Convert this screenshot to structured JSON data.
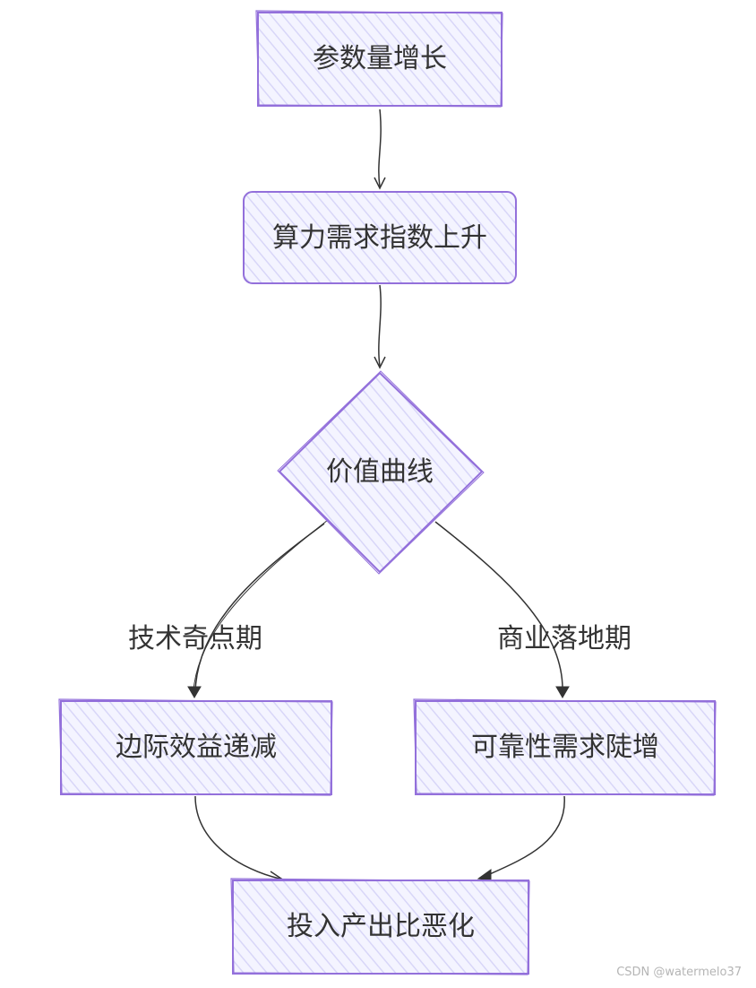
{
  "diagram": {
    "nodes": {
      "params_growth": "参数量增长",
      "compute_demand": "算力需求指数上升",
      "value_curve": "价值曲线",
      "diminishing_returns": "边际效益递减",
      "reliability_demand": "可靠性需求陡增",
      "roi_worsens": "投入产出比恶化"
    },
    "edges": {
      "tech_singularity": "技术奇点期",
      "commercial_landing": "商业落地期"
    }
  },
  "watermark": "CSDN @watermelo37",
  "colors": {
    "node_fill": "#ececfe",
    "node_stroke": "#9370db",
    "edge": "#333333",
    "text": "#333333"
  }
}
